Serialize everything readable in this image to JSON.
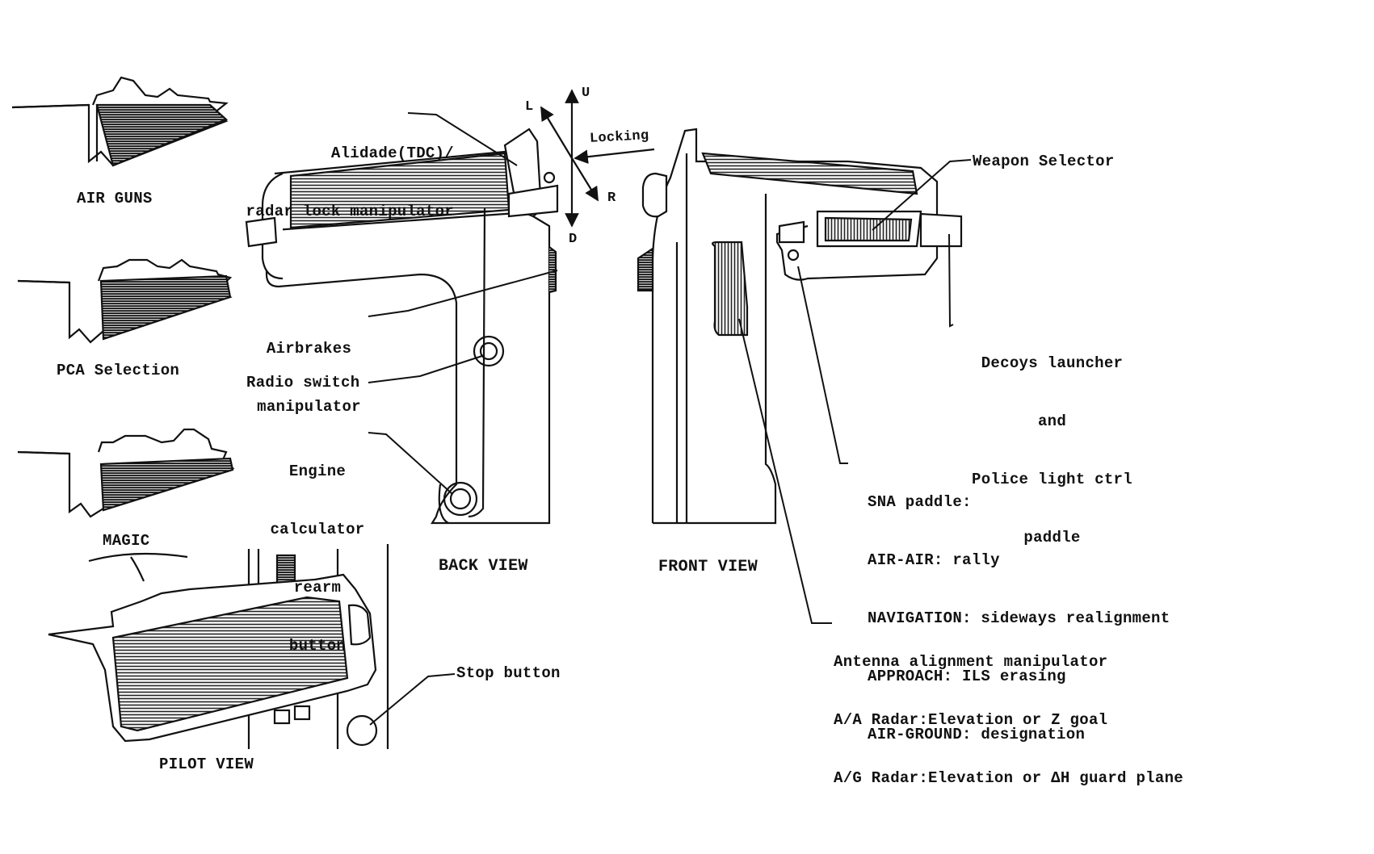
{
  "diagram": {
    "left_panels": {
      "air_guns": "AIR GUNS",
      "pca_selection": "PCA Selection",
      "magic": "MAGIC",
      "pilot_view": "PILOT VIEW"
    },
    "views": {
      "back": "BACK VIEW",
      "front": "FRONT VIEW"
    },
    "direction_arrows": {
      "up": "U",
      "down": "D",
      "left": "L",
      "right": "R",
      "locking": "Locking"
    },
    "callouts": {
      "alidade": [
        "Alidade(TDC)/",
        "radar lock manipulator"
      ],
      "airbrakes": [
        "Airbrakes",
        "manipulator"
      ],
      "radio_switch": "Radio switch",
      "engine_calc": [
        "Engine",
        "calculator",
        "rearm",
        "button"
      ],
      "stop_button": "Stop button",
      "weapon_selector": "Weapon Selector",
      "decoys": [
        "Decoys launcher",
        "and",
        "Police light ctrl",
        "paddle"
      ],
      "sna_paddle": [
        "SNA paddle:",
        "AIR-AIR: rally",
        "NAVIGATION: sideways realignment",
        "APPROACH: ILS erasing",
        "AIR-GROUND: designation"
      ],
      "antenna": [
        "Antenna alignment manipulator",
        "A/A Radar:Elevation or Z goal",
        "A/G Radar:Elevation or ΔH guard plane"
      ]
    },
    "colors": {
      "ink": "#111111",
      "paper": "#ffffff",
      "shade": "#333333"
    }
  }
}
